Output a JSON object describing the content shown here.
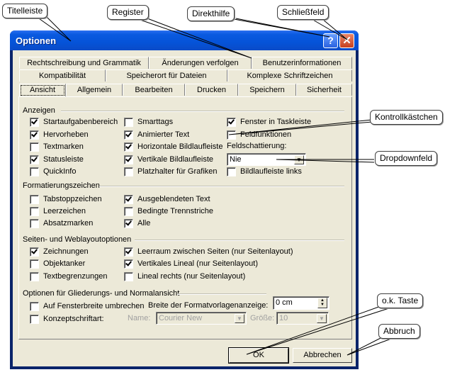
{
  "window": {
    "title": "Optionen",
    "help_button": "?",
    "close_button": "✕"
  },
  "tabs": {
    "row1": [
      "Rechtschreibung und Grammatik",
      "Änderungen verfolgen",
      "Benutzerinformationen"
    ],
    "row2": [
      "Kompatibilität",
      "Speicherort für Dateien",
      "Komplexe Schriftzeichen"
    ],
    "row3": [
      "Ansicht",
      "Allgemein",
      "Bearbeiten",
      "Drucken",
      "Speichern",
      "Sicherheit"
    ],
    "selected": "Ansicht"
  },
  "anzeigen": {
    "title": "Anzeigen",
    "col1": [
      {
        "label": "Startaufgabenbereich",
        "checked": true
      },
      {
        "label": "Hervorheben",
        "checked": true
      },
      {
        "label": "Textmarken",
        "checked": false
      },
      {
        "label": "Statusleiste",
        "checked": true
      },
      {
        "label": "QuickInfo",
        "checked": false
      }
    ],
    "col2": [
      {
        "label": "Smarttags",
        "checked": false
      },
      {
        "label": "Animierter Text",
        "checked": true
      },
      {
        "label": "Horizontale Bildlaufleiste",
        "checked": true
      },
      {
        "label": "Vertikale Bildlaufleiste",
        "checked": true
      },
      {
        "label": "Platzhalter für Grafiken",
        "checked": false
      }
    ],
    "col3": [
      {
        "label": "Fenster in Taskleiste",
        "checked": true
      },
      {
        "label": "Feldfunktionen",
        "checked": false
      }
    ],
    "shading_label": "Feldschattierung:",
    "shading_value": "Nie",
    "scrollbar_left": {
      "label": "Bildlaufleiste links",
      "checked": false
    }
  },
  "formatierung": {
    "title": "Formatierungszeichen",
    "col1": [
      {
        "label": "Tabstoppzeichen",
        "checked": false
      },
      {
        "label": "Leerzeichen",
        "checked": false
      },
      {
        "label": "Absatzmarken",
        "checked": false
      }
    ],
    "col2": [
      {
        "label": "Ausgeblendeten Text",
        "checked": true
      },
      {
        "label": "Bedingte Trennstriche",
        "checked": false
      },
      {
        "label": "Alle",
        "checked": true
      }
    ]
  },
  "seiten": {
    "title": "Seiten- und Weblayoutoptionen",
    "col1": [
      {
        "label": "Zeichnungen",
        "checked": true
      },
      {
        "label": "Objektanker",
        "checked": false
      },
      {
        "label": "Textbegrenzungen",
        "checked": false
      }
    ],
    "col2": [
      {
        "label": "Leerraum zwischen Seiten (nur Seitenlayout)",
        "checked": true
      },
      {
        "label": "Vertikales Lineal (nur Seitenlayout)",
        "checked": true
      },
      {
        "label": "Lineal rechts (nur Seitenlayout)",
        "checked": false
      }
    ]
  },
  "gliederung": {
    "title": "Optionen für Gliederungs- und Normalansicht",
    "wrap": {
      "label": "Auf Fensterbreite umbrechen",
      "checked": false
    },
    "draft": {
      "label": "Konzeptschriftart:",
      "checked": false
    },
    "style_width_label": "Breite der Formatvorlagenanzeige:",
    "style_width_value": "0 cm",
    "name_label": "Name:",
    "name_value": "Courier New",
    "size_label": "Größe:",
    "size_value": "10"
  },
  "buttons": {
    "ok": "OK",
    "cancel": "Abbrechen"
  },
  "callouts": {
    "titelleiste": "Titelleiste",
    "register": "Register",
    "direkthilfe": "Direkthilfe",
    "schliessfeld": "Schließfeld",
    "kontrollkaestchen": "Kontrollkästchen",
    "dropdownfeld": "Dropdownfeld",
    "ok_taste": "o.k. Taste",
    "abbruch": "Abbruch"
  }
}
